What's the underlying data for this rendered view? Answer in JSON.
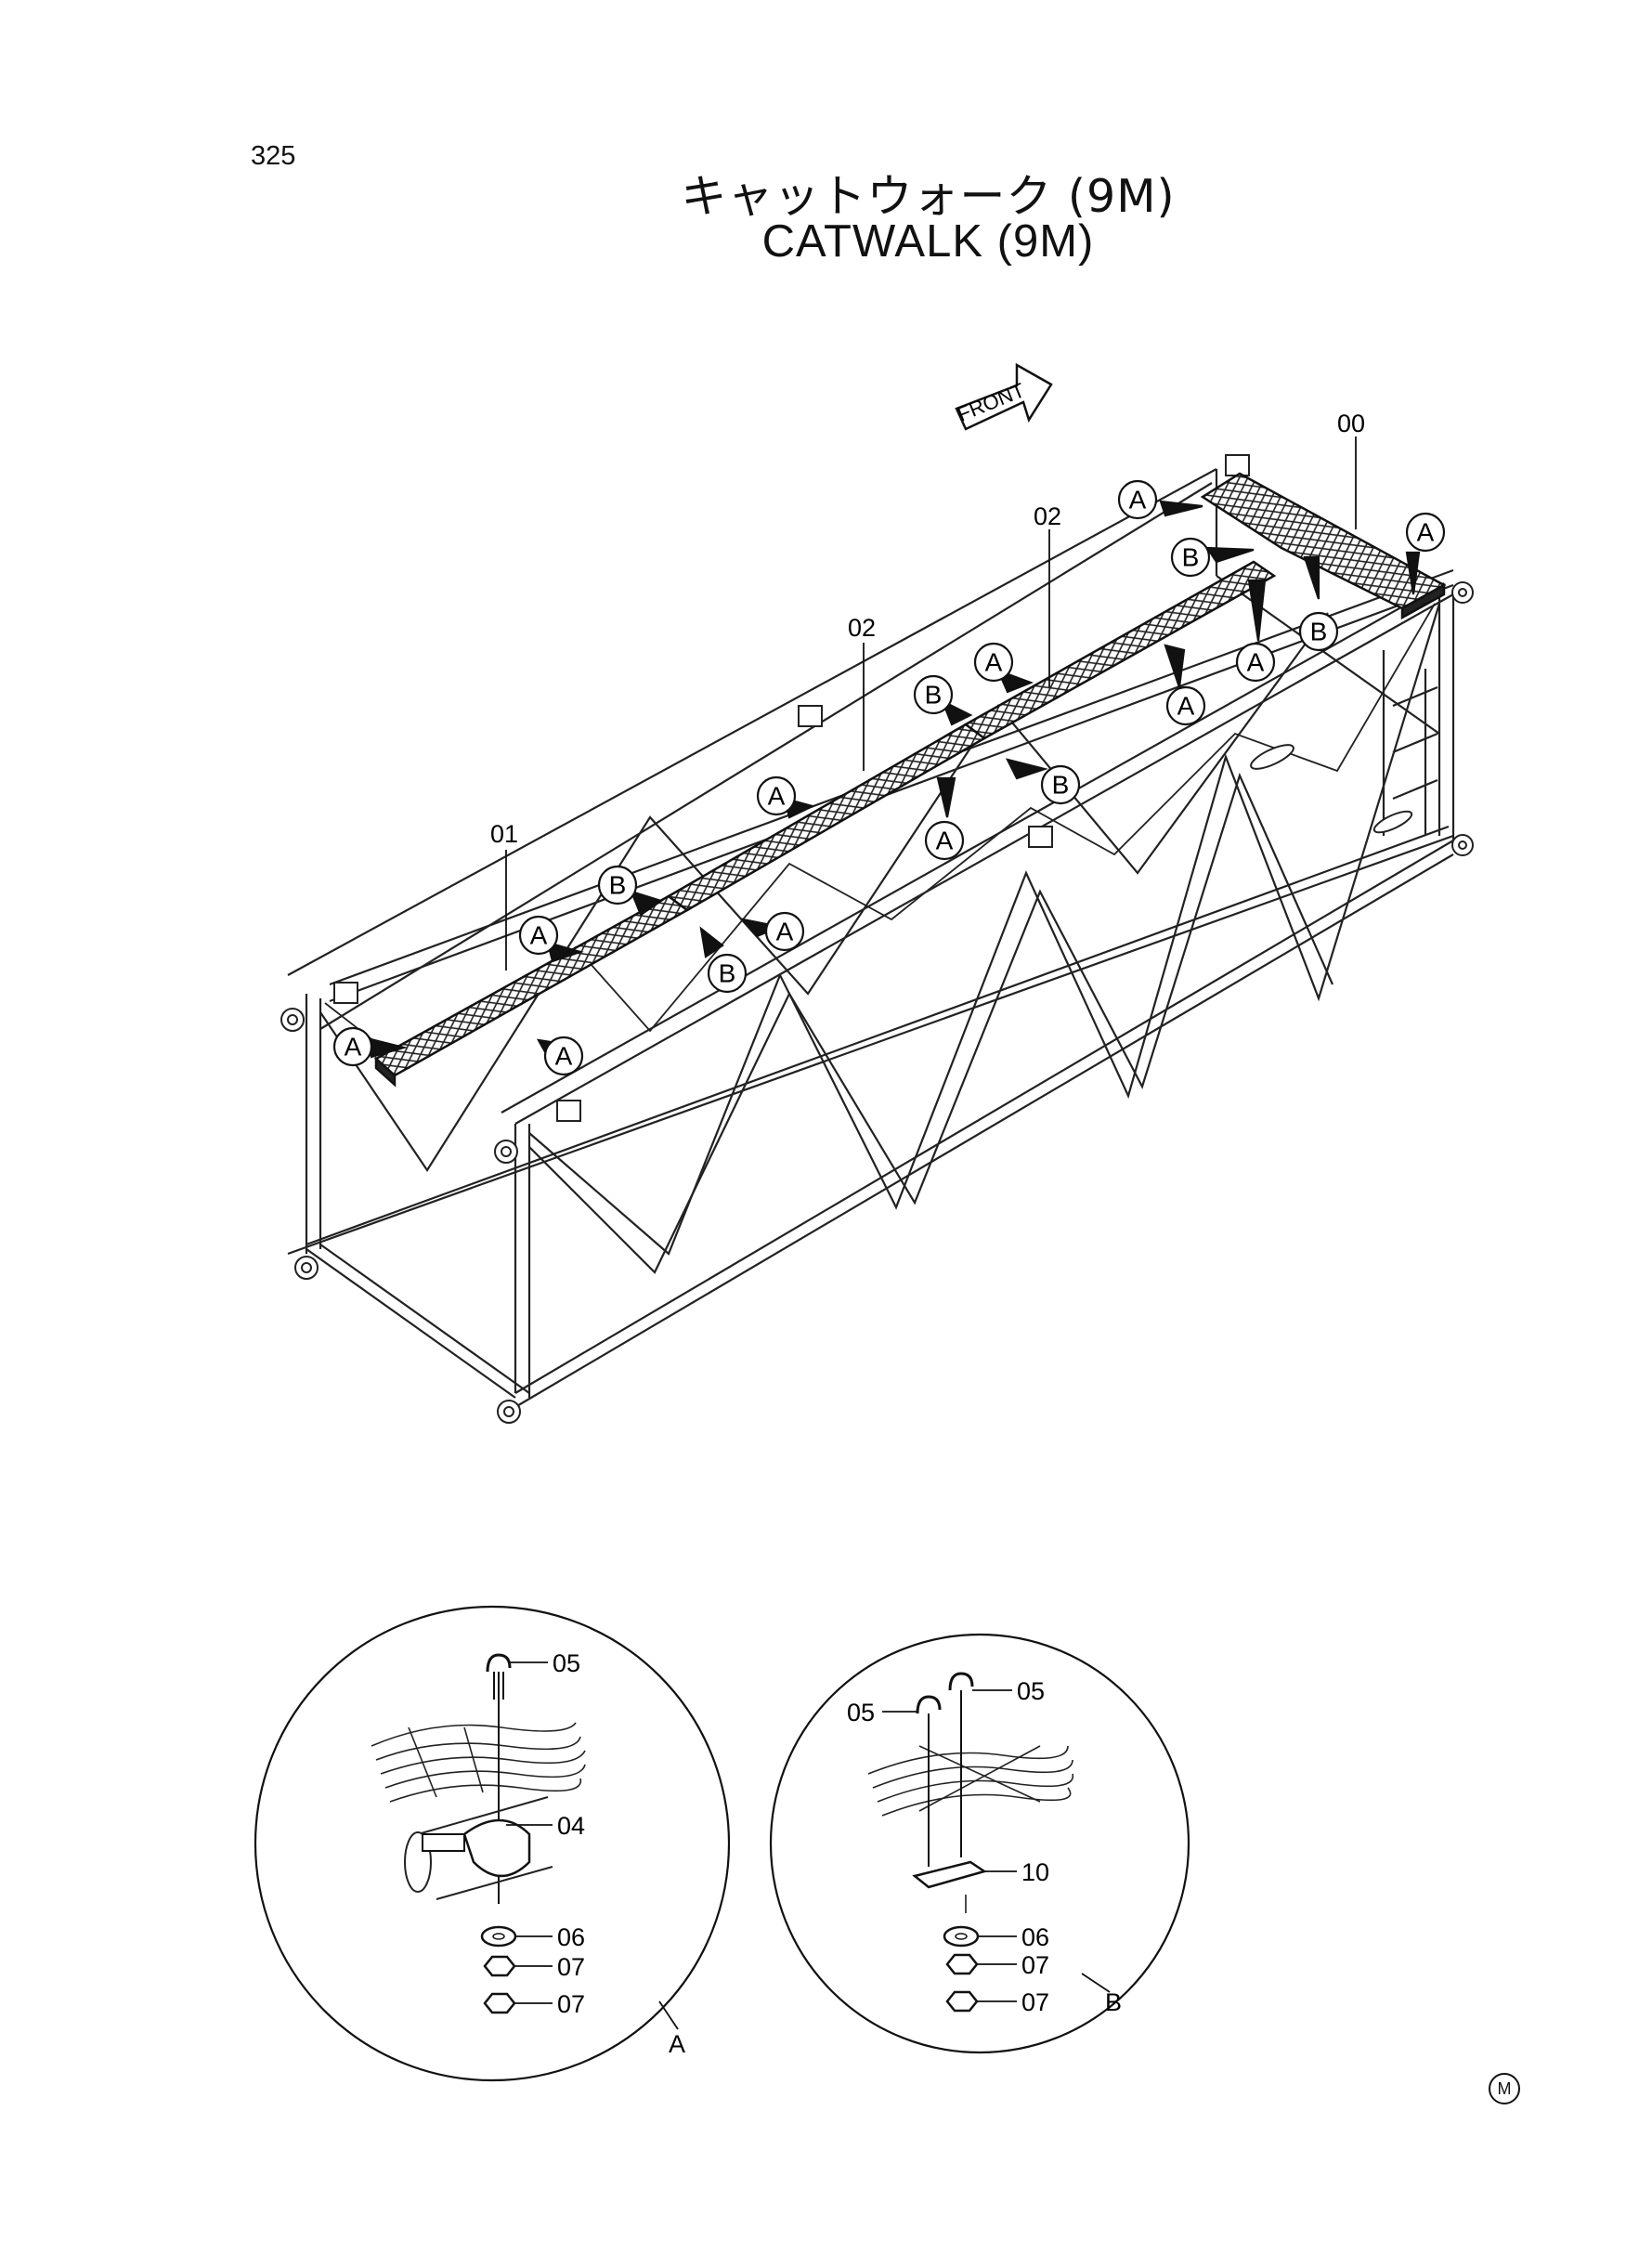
{
  "page_number": "325",
  "title_jp": "キャットウォーク (9M)",
  "title_en": "CATWALK (9M)",
  "front_label": "FRONT",
  "part_numbers": {
    "p00": "00",
    "p01": "01",
    "p02a": "02",
    "p02b": "02",
    "p04": "04",
    "p05a": "05",
    "p05b": "05",
    "p05c": "05",
    "p06a": "06",
    "p06b": "06",
    "p07a": "07",
    "p07b": "07",
    "p07c": "07",
    "p07d": "07",
    "p10": "10"
  },
  "detail_labels": {
    "a": "A",
    "b": "B"
  },
  "callouts": {
    "a": "A",
    "b": "B"
  },
  "corner_mark": "M"
}
